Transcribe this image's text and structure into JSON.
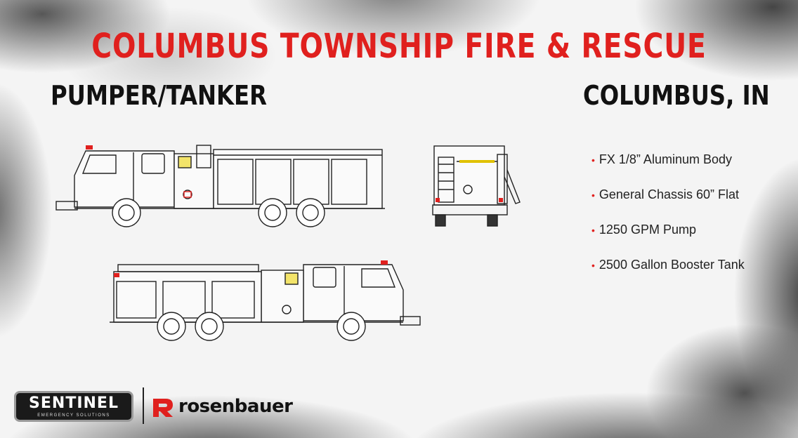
{
  "header": {
    "title": "COLUMBUS TOWNSHIP FIRE & RESCUE",
    "apparatus_type": "PUMPER/TANKER",
    "location": "COLUMBUS, IN"
  },
  "specs": {
    "items": [
      "FX 1/8” Aluminum Body",
      "General Chassis 60” Flat",
      "1250 GPM Pump",
      "2500 Gallon Booster Tank"
    ]
  },
  "logos": {
    "sentinel": "SENTINEL",
    "sentinel_tagline": "EMERGENCY SOLUTIONS",
    "rosenbauer": "rosenbauer"
  },
  "colors": {
    "accent": "#e0201e",
    "text": "#111111"
  }
}
